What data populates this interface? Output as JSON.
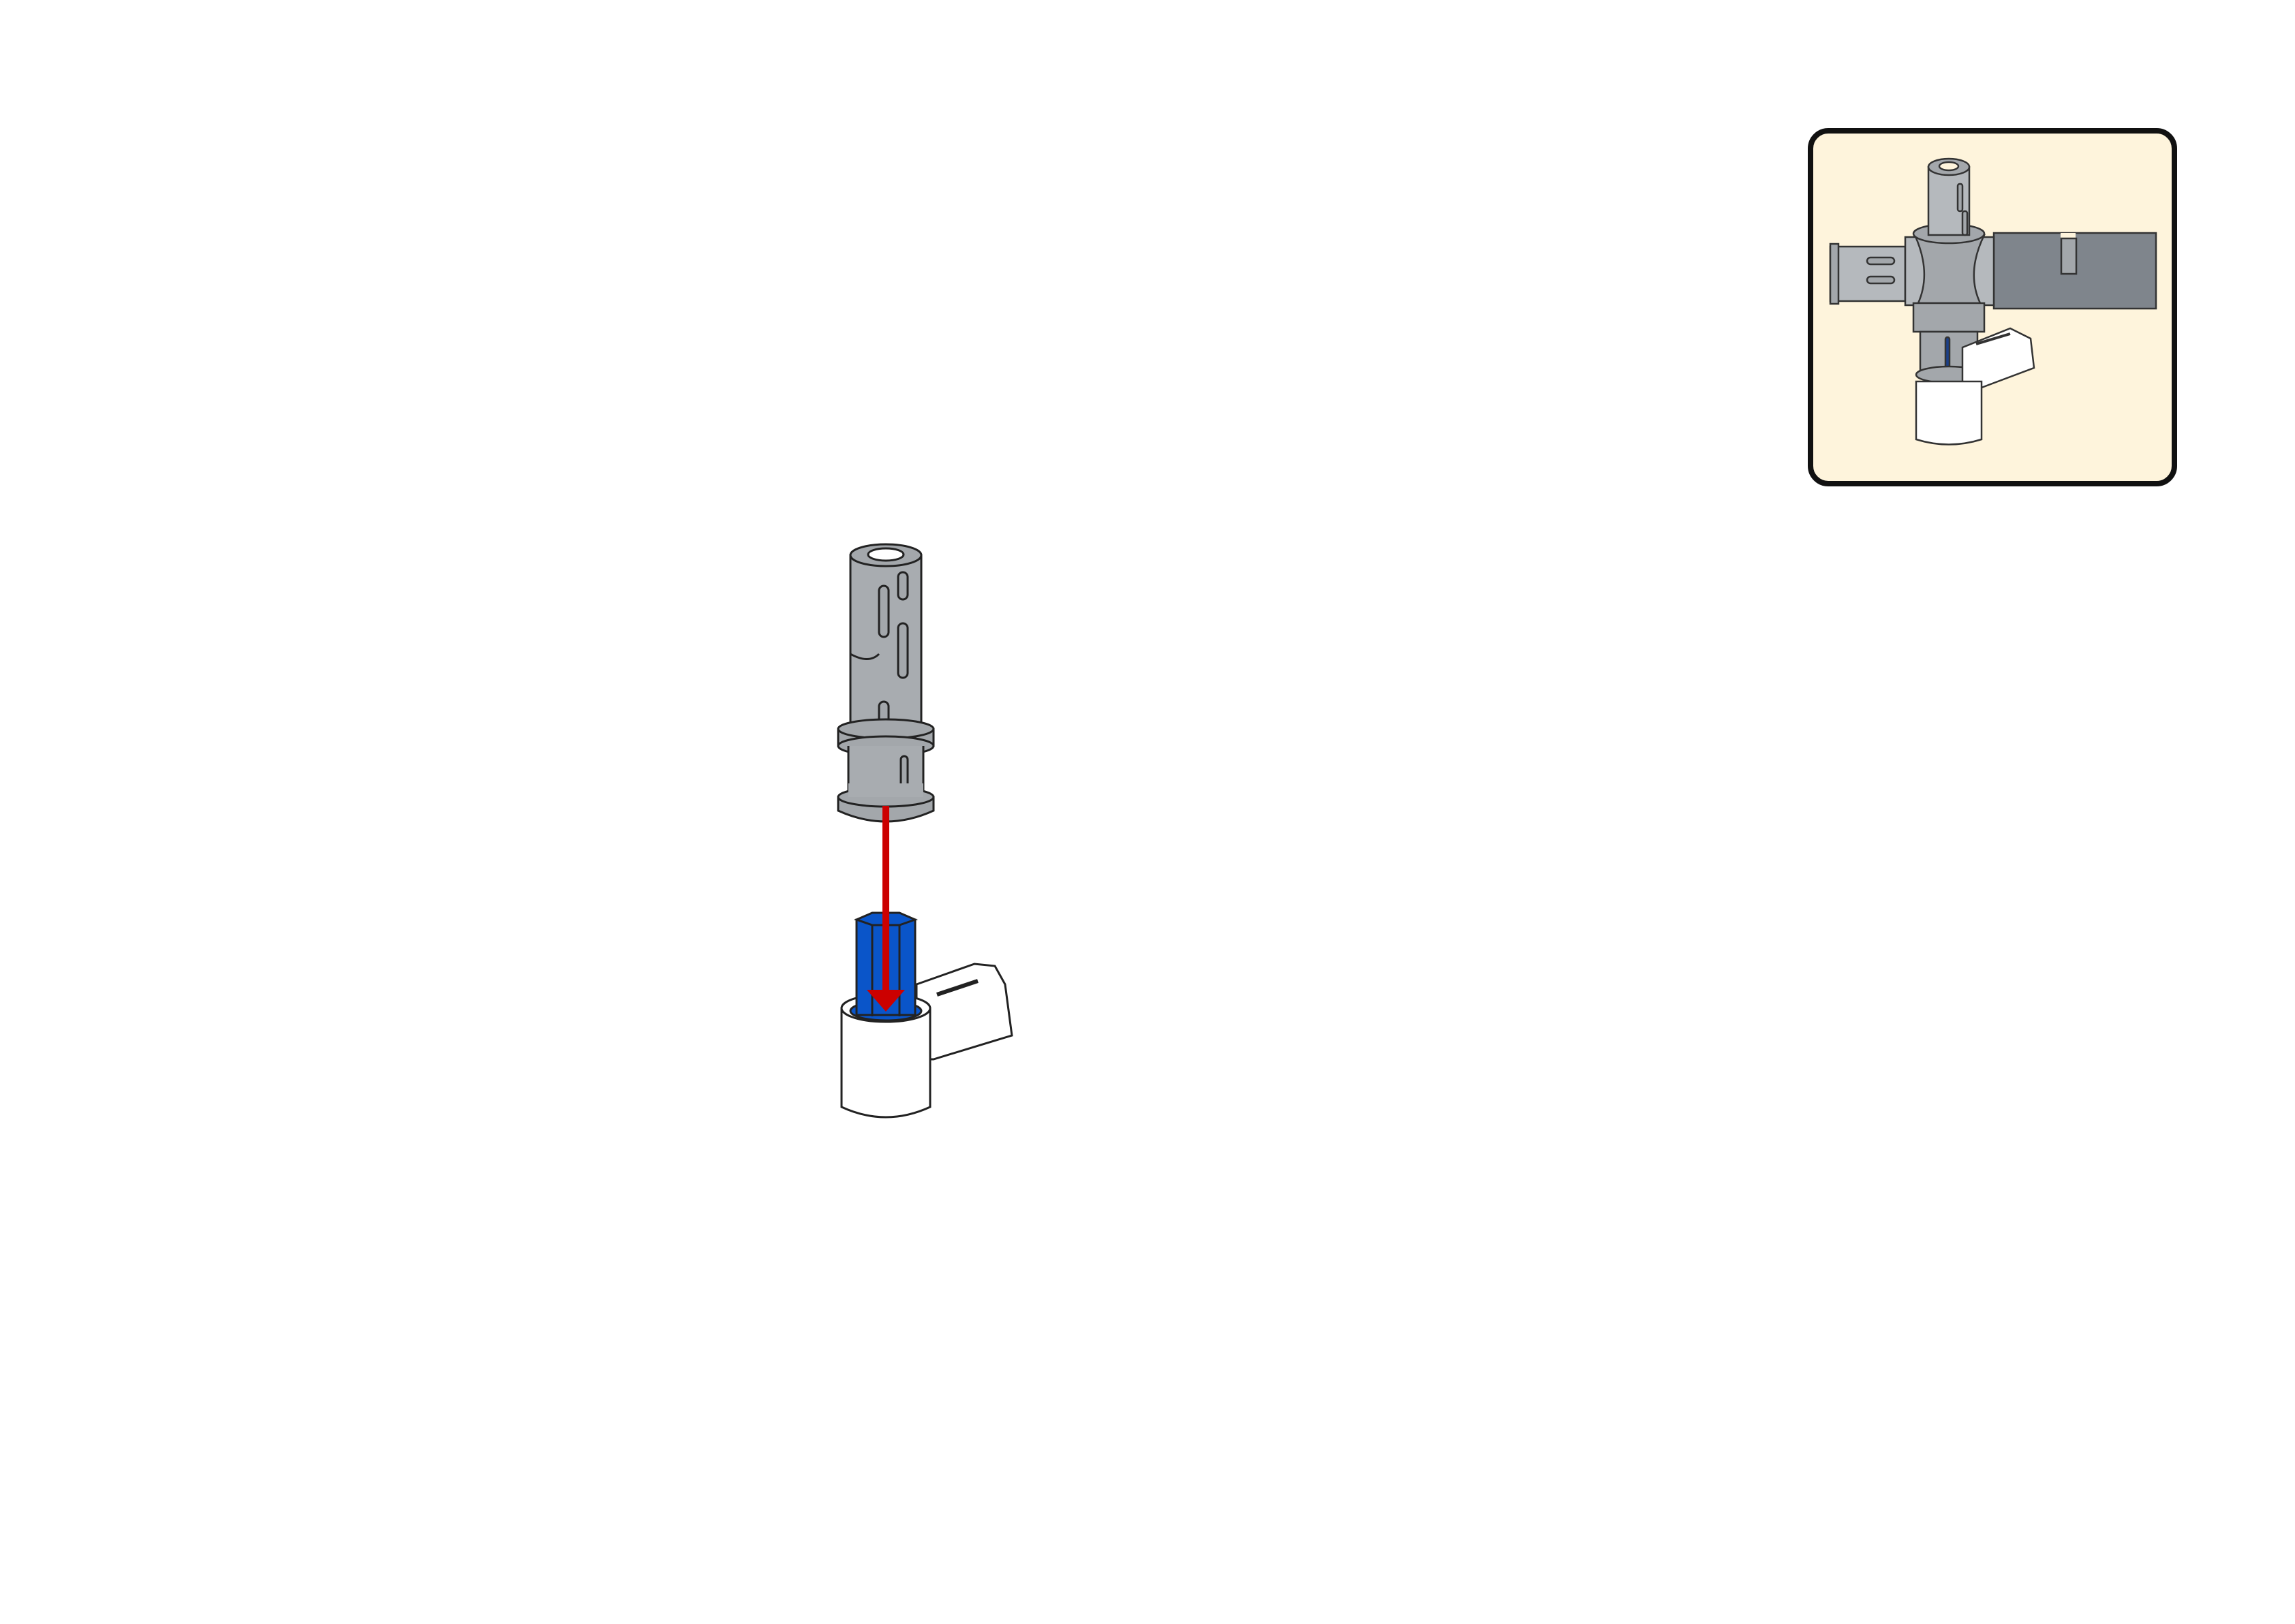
{
  "page": {
    "background": "#ffffff"
  },
  "callout": {
    "background": "#fef4dc",
    "border": "#111111",
    "icon": "assembled-subassembly-preview"
  },
  "step": {
    "parts": [
      {
        "name": "technic-pin-long-with-bushing",
        "color": "#a3a7ab"
      },
      {
        "name": "technic-axle-connector",
        "color": "#0a55c9"
      },
      {
        "name": "technic-angle-connector",
        "color": "#ffffff"
      }
    ],
    "arrow": {
      "direction": "down",
      "color": "#cc0000"
    }
  }
}
